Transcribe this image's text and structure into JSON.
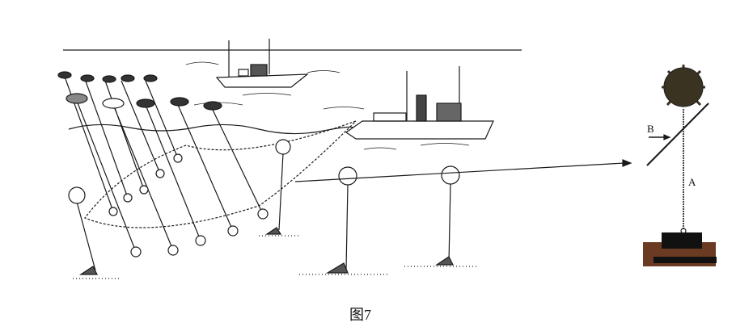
{
  "figure": {
    "caption": "图7",
    "label_a": "A",
    "label_b": "B"
  },
  "colors": {
    "ink": "#1a1a1a",
    "mine": "#3b3322",
    "seabed": "#6b3a22"
  }
}
